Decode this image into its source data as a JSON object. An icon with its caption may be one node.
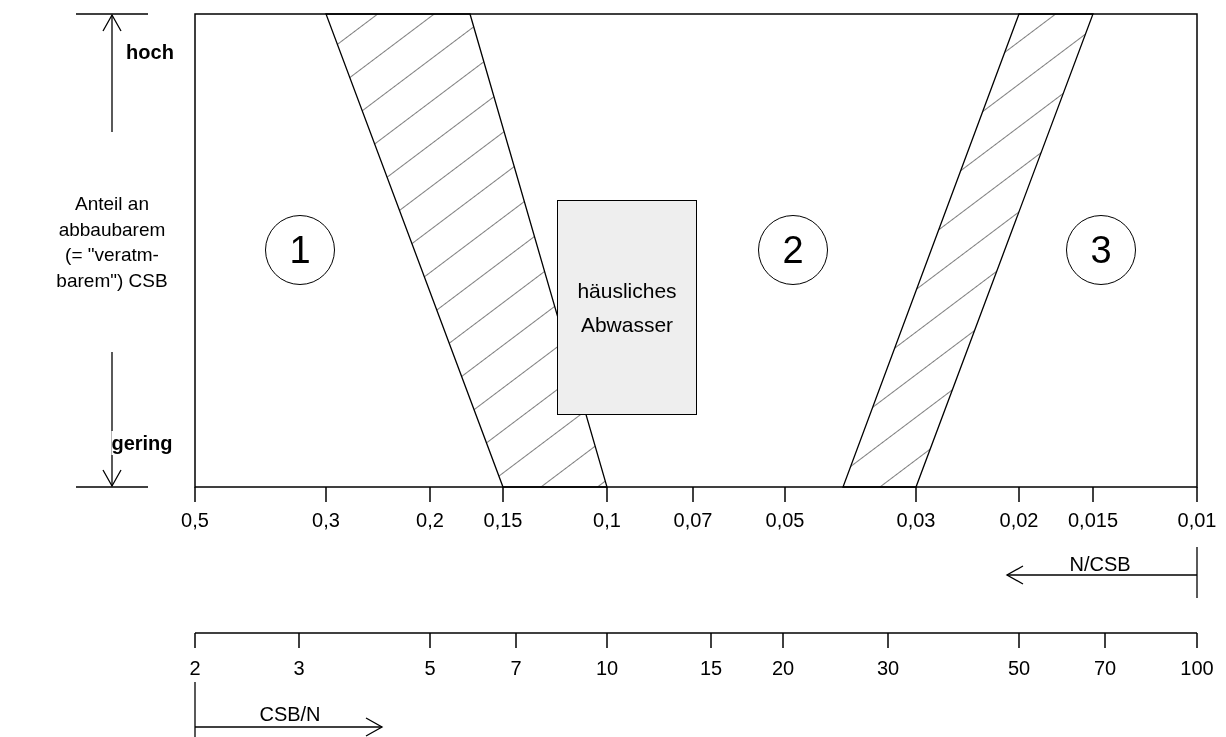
{
  "diagram": {
    "nodes": [
      {
        "text": [
          "1"
        ]
      },
      {
        "text": [
          "häusliches Abwasser"
        ]
      },
      {
        "text": [
          "2"
        ]
      },
      {
        "text": [
          "3"
        ]
      }
    ],
    "labels": [
      "hoch",
      "Anteil an abbaubarem (= \"veratm- barem\") CSB",
      "gering",
      "0,5",
      "0,3",
      "0,2",
      "0,15",
      "0,1",
      "0,07",
      "0,05",
      "0,03",
      "0,02",
      "0,015",
      "0,01",
      "N/CSB",
      "2",
      "3",
      "5",
      "7",
      "10",
      "15",
      "20",
      "30",
      "50",
      "70",
      "100",
      "CSB/N"
    ]
  }
}
